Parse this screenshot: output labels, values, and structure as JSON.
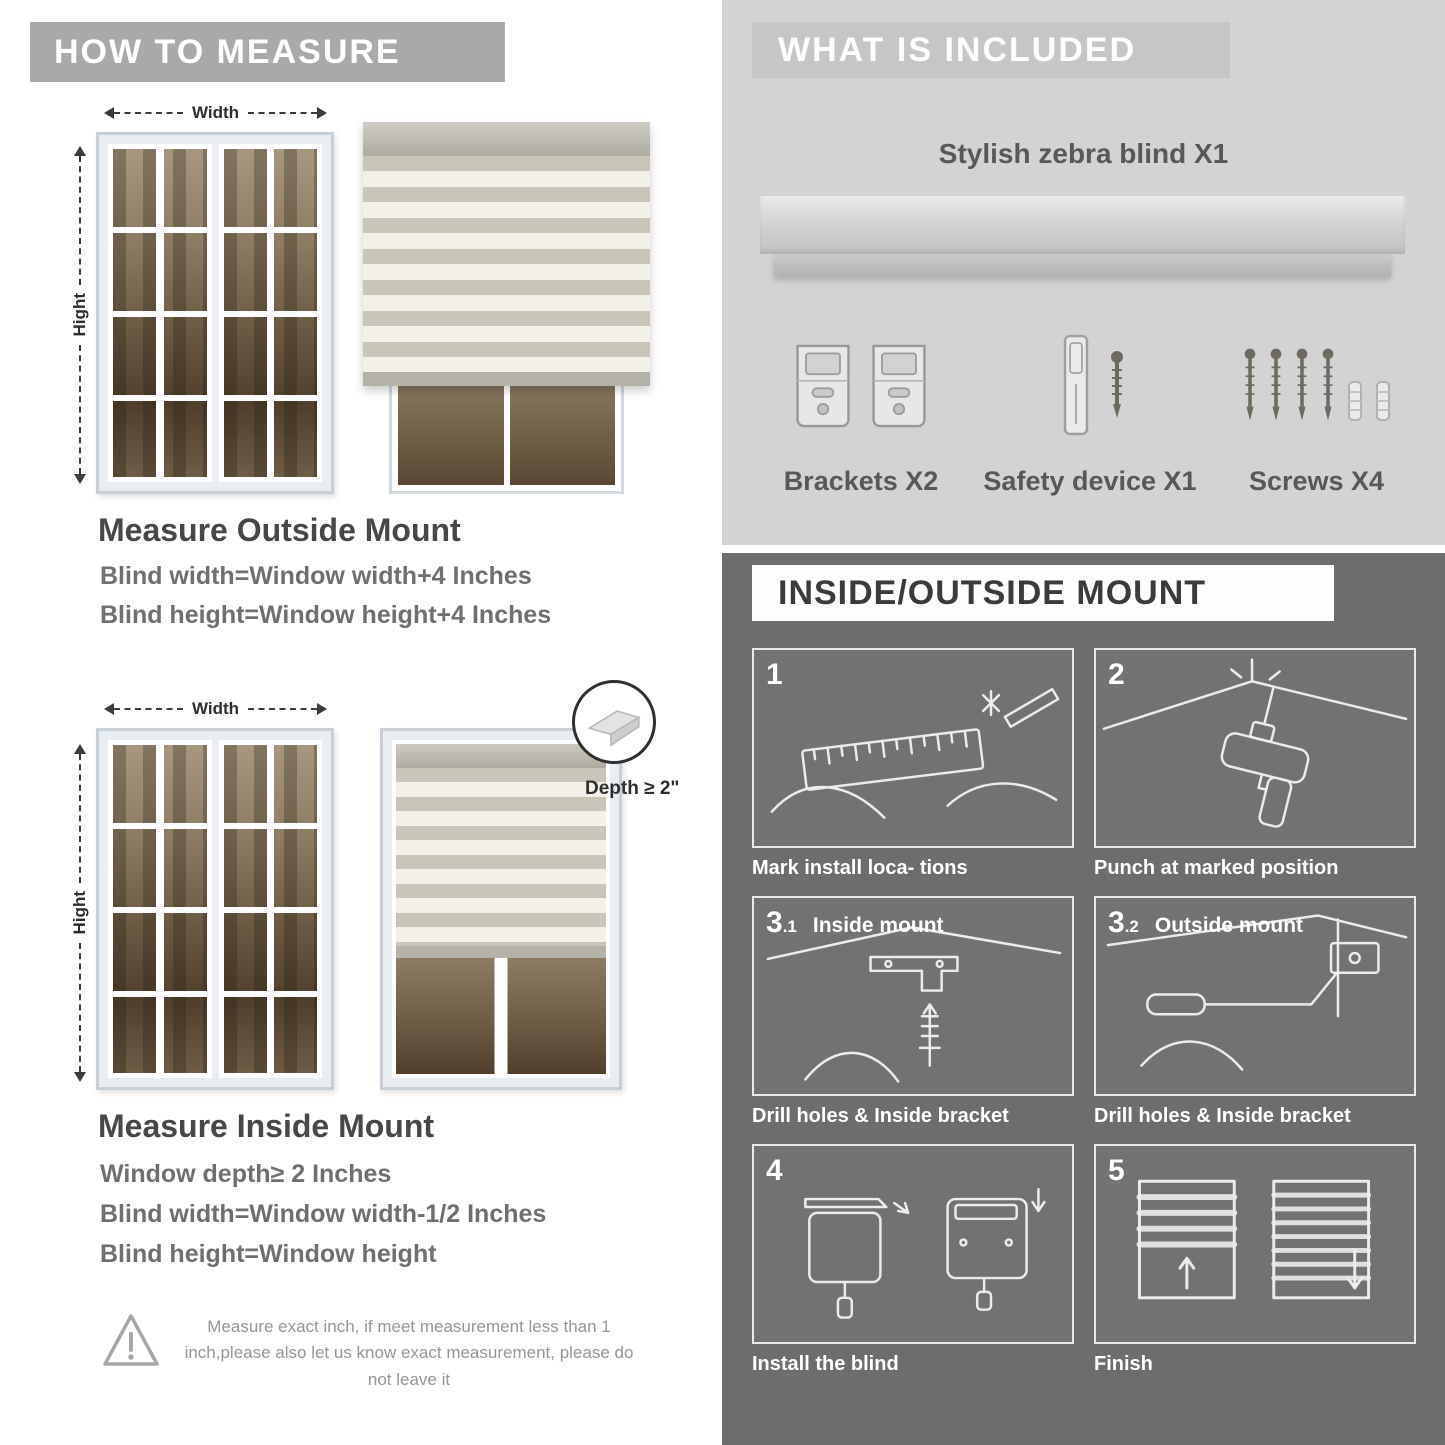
{
  "colors": {
    "howto_header_bg": "#a9a9a9",
    "included_panel_bg": "#d3d3d3",
    "included_header_bg": "#c6c6c6",
    "mount_panel_bg": "#6d6d6d",
    "heading_text": "#474747",
    "body_text": "#6f6f6f"
  },
  "how_to_measure": {
    "header": "HOW TO MEASURE",
    "outside_figure": {
      "width_label": "Width",
      "height_label": "Hight"
    },
    "outside": {
      "title": "Measure Outside Mount",
      "lines": [
        "Blind width=Window width+4 Inches",
        "Blind height=Window height+4 Inches"
      ]
    },
    "inside_figure": {
      "width_label": "Width",
      "height_label": "Hight",
      "depth_callout": "Depth ≥ 2\""
    },
    "inside": {
      "title": "Measure Inside Mount",
      "lines": [
        "Window depth≥ 2 Inches",
        "Blind width=Window width-1/2 Inches",
        "Blind height=Window height"
      ]
    },
    "warning_text": "Measure exact inch, if meet measurement less than 1 inch,please also let us know exact measurement, please do not leave it"
  },
  "included": {
    "header": "WHAT IS INCLUDED",
    "blind_label": "Stylish zebra blind X1",
    "items": [
      {
        "label": "Brackets X2"
      },
      {
        "label": "Safety device X1"
      },
      {
        "label": "Screws X4"
      }
    ]
  },
  "mount": {
    "header": "INSIDE/OUTSIDE MOUNT",
    "steps": [
      {
        "num": "1",
        "sub": "",
        "label": "",
        "caption": "Mark install loca- tions"
      },
      {
        "num": "2",
        "sub": "",
        "label": "",
        "caption": "Punch at marked position"
      },
      {
        "num": "3",
        "sub": ".1",
        "label": "Inside mount",
        "caption": "Drill holes & Inside bracket"
      },
      {
        "num": "3",
        "sub": ".2",
        "label": "Outside mount",
        "caption": "Drill holes & Inside bracket"
      },
      {
        "num": "4",
        "sub": "",
        "label": "",
        "caption": "Install the blind"
      },
      {
        "num": "5",
        "sub": "",
        "label": "",
        "caption": "Finish"
      }
    ]
  }
}
